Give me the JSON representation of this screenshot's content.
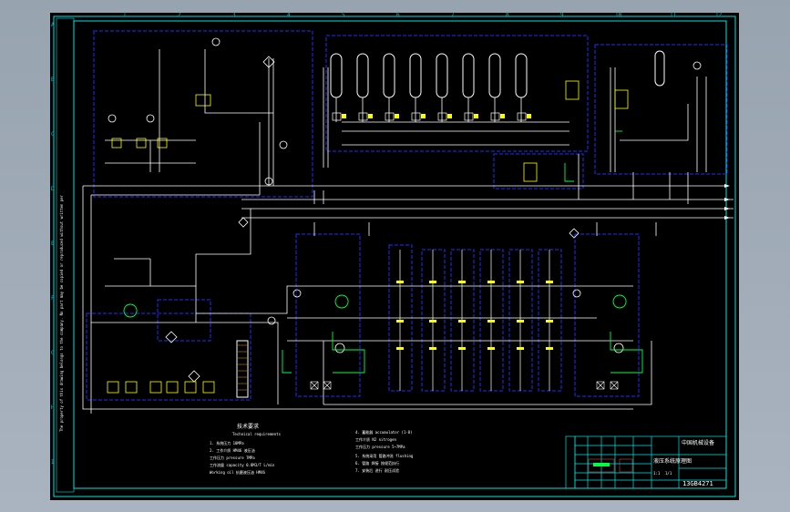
{
  "drawing": {
    "number": "13GB4271",
    "zones_top": [
      "1",
      "2",
      "3",
      "4",
      "5",
      "6",
      "7",
      "8",
      "9",
      "10",
      "11",
      "12"
    ],
    "zones_side": [
      "A",
      "B",
      "C",
      "D",
      "E",
      "F",
      "G",
      "H",
      "I"
    ],
    "notes_title": "技术要求",
    "notes_subtitle": "Technical requirements",
    "notes_left": [
      "1. 系统压力 10MPa",
      "2. 工作介质 HM46 液压油",
      "   工作压力 pressure 7MPa",
      "   工作流量 capacity 0.8M3/T L/min",
      "   Working oil 抗磨液压油 HM46"
    ],
    "notes_right": [
      "4. 蓄能器 accumulator  (1-8)",
      "   工作介质 N2 nitrogen",
      "   工作压力 pressure 5~7MPa",
      "5. 系统采用 管路冲洗 flushing",
      "6. 管路 焊接 按规范执行",
      "7. 安装后 进行 耐压试验"
    ],
    "title_block": {
      "company": "中国机械设备",
      "title": "液压系统原理图",
      "scale": "1:1",
      "sheet": "1/1"
    },
    "side_note": "The property of this drawing belongs to the company. No part may be copied or reproduced without written permission."
  }
}
